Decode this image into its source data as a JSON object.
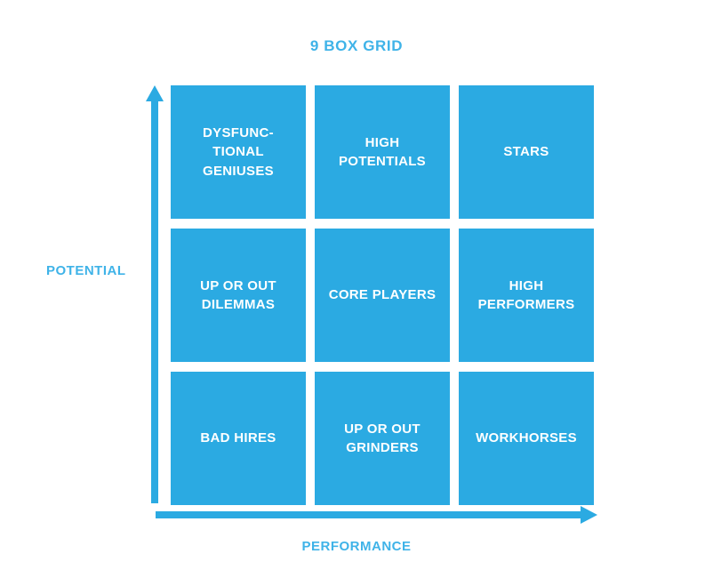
{
  "diagram": {
    "title": "9 BOX GRID",
    "type": "matrix-grid",
    "rows": 3,
    "columns": 3,
    "colors": {
      "cell_fill": "#2BAAE2",
      "cell_text": "#FFFFFF",
      "axis": "#2BAAE2",
      "title": "#3FB3E8",
      "axis_label": "#3FB3E8",
      "background": "#FFFFFF"
    },
    "axes": {
      "y": {
        "label": "POTENTIAL",
        "direction": "up",
        "arrow": "arrow-up"
      },
      "x": {
        "label": "PERFORMANCE",
        "direction": "right",
        "arrow": "arrow-right"
      }
    },
    "cells": [
      {
        "id": "dysfunctional-geniuses",
        "label": "DYSFUNC-\nTIONAL\nGENIUSES",
        "row": "high-potential",
        "column": "low-performance"
      },
      {
        "id": "high-potentials",
        "label": "HIGH\nPOTENTIALS",
        "row": "high-potential",
        "column": "medium-performance"
      },
      {
        "id": "stars",
        "label": "STARS",
        "row": "high-potential",
        "column": "high-performance"
      },
      {
        "id": "up-or-out-dilemmas",
        "label": "UP OR OUT\nDILEMMAS",
        "row": "medium-potential",
        "column": "low-performance"
      },
      {
        "id": "core-players",
        "label": "CORE PLAYERS",
        "row": "medium-potential",
        "column": "medium-performance"
      },
      {
        "id": "high-performers",
        "label": "HIGH\nPERFORMERS",
        "row": "medium-potential",
        "column": "high-performance"
      },
      {
        "id": "bad-hires",
        "label": "BAD HIRES",
        "row": "low-potential",
        "column": "low-performance"
      },
      {
        "id": "up-or-out-grinders",
        "label": "UP OR OUT\nGRINDERS",
        "row": "low-potential",
        "column": "medium-performance"
      },
      {
        "id": "workhorses",
        "label": "WORKHORSES",
        "row": "low-potential",
        "column": "high-performance"
      }
    ]
  }
}
